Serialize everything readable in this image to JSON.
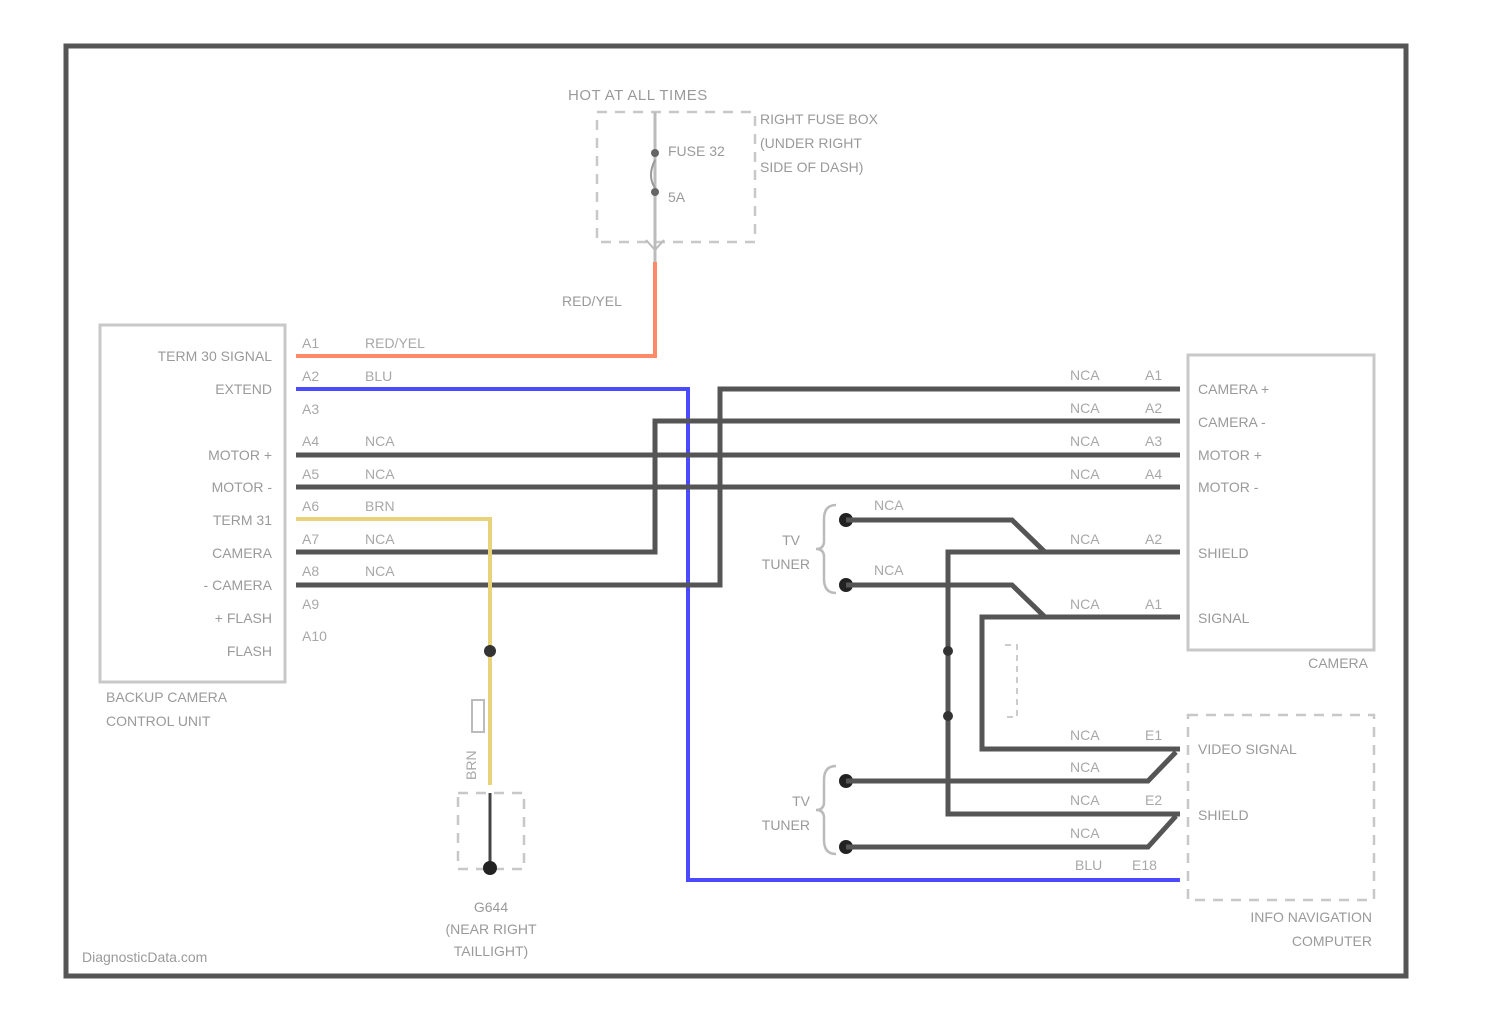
{
  "power": {
    "title": "HOT AT ALL TIMES",
    "fuse_label": "FUSE 32",
    "fuse_rating": "5A",
    "fuse_box_line1": "RIGHT FUSE BOX",
    "fuse_box_line2": "(UNDER RIGHT",
    "fuse_box_line3": "SIDE OF DASH)",
    "wire_color": "RED/YEL"
  },
  "control_unit": {
    "name_line1": "BACKUP CAMERA",
    "name_line2": "CONTROL UNIT",
    "terminals": [
      {
        "pin": "A1",
        "label": "TERM 30 SIGNAL",
        "wire": "RED/YEL"
      },
      {
        "pin": "A2",
        "label": "EXTEND",
        "wire": "BLU"
      },
      {
        "pin": "A3",
        "label": "",
        "wire": ""
      },
      {
        "pin": "A4",
        "label": "MOTOR +",
        "wire": "NCA"
      },
      {
        "pin": "A5",
        "label": "MOTOR -",
        "wire": "NCA"
      },
      {
        "pin": "A6",
        "label": "TERM 31",
        "wire": "BRN"
      },
      {
        "pin": "A7",
        "label": "CAMERA",
        "wire": "NCA"
      },
      {
        "pin": "A8",
        "label": "- CAMERA",
        "wire": "NCA"
      },
      {
        "pin": "A9",
        "label": "+ FLASH",
        "wire": ""
      },
      {
        "pin": "A10",
        "label": "FLASH",
        "wire": ""
      }
    ]
  },
  "camera": {
    "name": "CAMERA",
    "terminals": [
      {
        "pin": "A1",
        "label": "CAMERA +",
        "wire": "NCA"
      },
      {
        "pin": "A2",
        "label": "CAMERA -",
        "wire": "NCA"
      },
      {
        "pin": "A3",
        "label": "MOTOR +",
        "wire": "NCA"
      },
      {
        "pin": "A4",
        "label": "MOTOR -",
        "wire": "NCA"
      },
      {
        "pin": "A2",
        "label": "SHIELD",
        "wire": "NCA"
      },
      {
        "pin": "A1",
        "label": "SIGNAL",
        "wire": "NCA"
      }
    ]
  },
  "tv_tuner_top": {
    "line1": "TV",
    "line2": "TUNER",
    "wire1": "NCA",
    "wire2": "NCA"
  },
  "tv_tuner_bottom": {
    "line1": "TV",
    "line2": "TUNER"
  },
  "info_computer": {
    "name_line1": "INFO NAVIGATION",
    "name_line2": "COMPUTER",
    "terminals": [
      {
        "pin": "E1",
        "label": "VIDEO SIGNAL",
        "wire": "NCA"
      },
      {
        "pin": "",
        "label": "",
        "wire": "NCA"
      },
      {
        "pin": "E2",
        "label": "SHIELD",
        "wire": "NCA"
      },
      {
        "pin": "",
        "label": "",
        "wire": "NCA"
      },
      {
        "pin": "E18",
        "label": "",
        "wire": "BLU"
      }
    ]
  },
  "ground": {
    "line1": "G644",
    "line2": "(NEAR RIGHT",
    "line3": "TAILLIGHT)",
    "wire": "BRN"
  },
  "footer": {
    "watermark": "DiagnosticData.com"
  },
  "colors": {
    "gray_wire": "#555555",
    "blue_wire": "#4a4aff",
    "red_yel_wire": "#ff8a6a",
    "brown_wire": "#e8d27a"
  }
}
